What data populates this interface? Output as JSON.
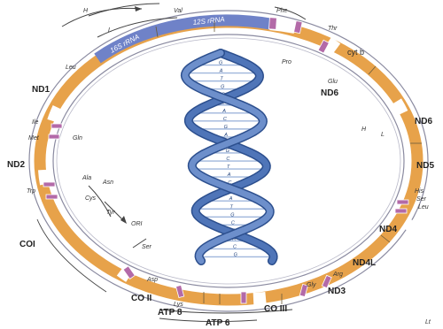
{
  "colors": {
    "orange_band": "#e7a24a",
    "rna_band": "#6f82c8",
    "marker_band": "#b36aa8",
    "dna_strand": "#4f75b8",
    "dna_shadow": "#2c4f8e",
    "ring_line": "#8a8aa0"
  },
  "genes": {
    "rrna_16s": "16S rRNA",
    "rrna_12s": "12S rRNA",
    "phe": "Phe",
    "val": "Val",
    "leu": "Leu",
    "nd1": "ND1",
    "nd2": "ND2",
    "ile": "Ile",
    "met": "Met",
    "gln": "Gln",
    "trp": "Trp",
    "ala": "Ala",
    "asn": "Asn",
    "cys": "Cys",
    "tyr": "Tyr",
    "ori": "ORI",
    "coi": "COI",
    "ser": "Ser",
    "asp": "Asp",
    "coii": "CO II",
    "lys": "Lys",
    "atp8": "ATP 8",
    "atp6": "ATP 6",
    "coiii": "CO III",
    "gly": "Gly",
    "nd3": "ND3",
    "arg": "Arg",
    "nd4l": "ND4L",
    "nd4": "ND4",
    "his": "His",
    "ser2": "Ser",
    "leu2": "Leu",
    "nd5": "ND5",
    "nd6": "ND6",
    "glu": "Glu",
    "cytb": "cyt b",
    "thr": "Thr",
    "pro": "Pro",
    "h_strand": "H",
    "l_strand": "L",
    "promoter_h": "H",
    "promoter_l": "L",
    "corner": "Lt"
  },
  "base_pairs": [
    "C",
    "G",
    "A",
    "T",
    "G",
    "C",
    "T",
    "A",
    "C",
    "G",
    "A",
    "T",
    "G",
    "C",
    "T",
    "A",
    "C",
    "G",
    "A",
    "T",
    "G",
    "C",
    "T",
    "A"
  ]
}
